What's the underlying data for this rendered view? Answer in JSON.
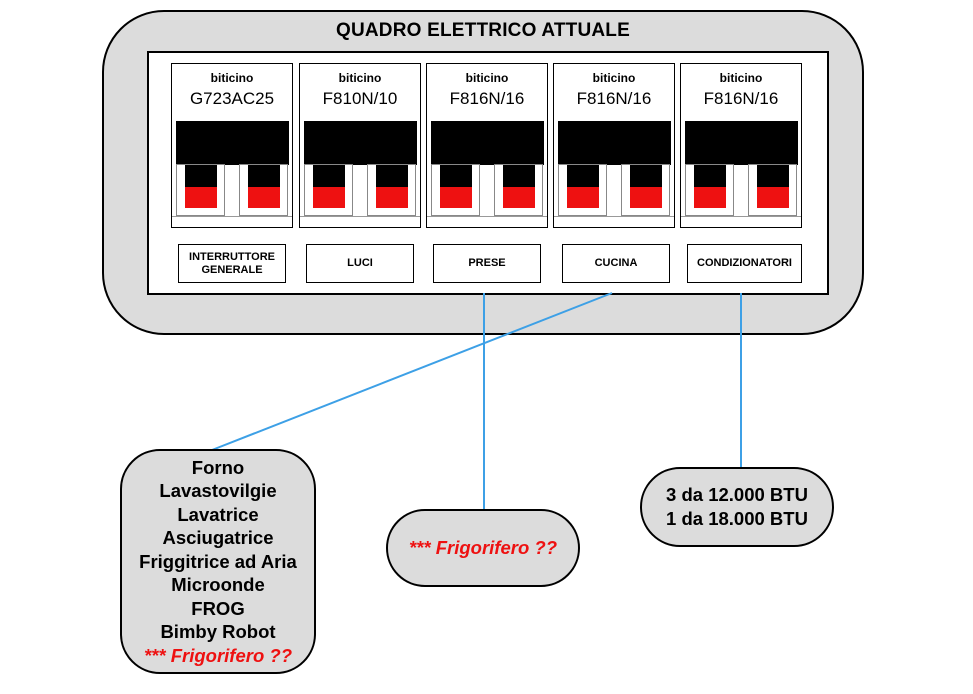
{
  "title": "QUADRO ELETTRICO ATTUALE",
  "breakers": [
    {
      "brand": "biticino",
      "model": "G723AC25",
      "label": "INTERRUTTORE GENERALE"
    },
    {
      "brand": "biticino",
      "model": "F810N/10",
      "label": "LUCI"
    },
    {
      "brand": "biticino",
      "model": "F816N/16",
      "label": "PRESE"
    },
    {
      "brand": "biticino",
      "model": "F816N/16",
      "label": "CUCINA"
    },
    {
      "brand": "biticino",
      "model": "F816N/16",
      "label": "CONDIZIONATORI"
    }
  ],
  "cucina_items": [
    "Forno",
    "Lavastovilgie",
    "Lavatrice",
    "Asciugatrice",
    "Friggitrice ad Aria",
    "Microonde",
    "FROG",
    "Bimby Robot"
  ],
  "cucina_note": "*** Frigorifero ??",
  "prese_note": "*** Frigorifero ??",
  "condizionatori_lines": [
    "3 da 12.000 BTU",
    "1 da 18.000 BTU"
  ],
  "colors": {
    "connector": "#3da0e6",
    "highlight": "#ee1111",
    "panel": "#dcdcdc"
  }
}
